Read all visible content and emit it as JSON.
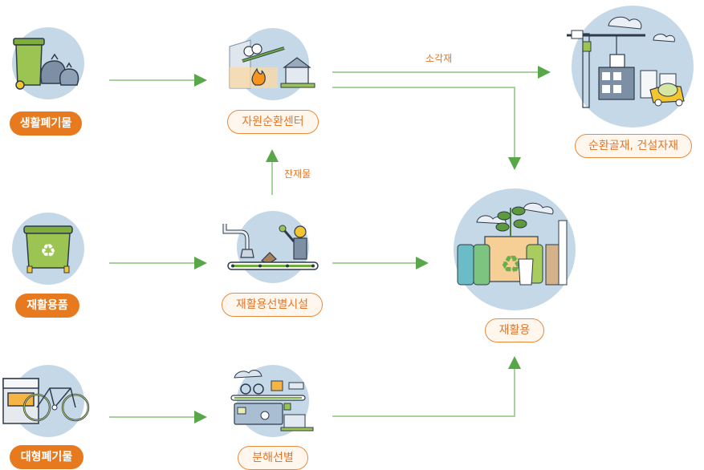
{
  "sources": [
    {
      "id": "household",
      "label": "생활폐기물",
      "icon": "trash-bin-and-bags"
    },
    {
      "id": "recyclables",
      "label": "재활용품",
      "icon": "recycling-bin"
    },
    {
      "id": "bulky",
      "label": "대형폐기물",
      "icon": "stove-and-bicycle"
    }
  ],
  "processes": [
    {
      "id": "resource_center",
      "label": "자원순환센터",
      "icon": "incinerator-conveyor"
    },
    {
      "id": "sorting_facility",
      "label": "재활용선별시설",
      "icon": "worker-conveyor"
    },
    {
      "id": "disassembly",
      "label": "분해선별",
      "icon": "disassembly-machine"
    }
  ],
  "outputs": [
    {
      "id": "construction",
      "label": "순환골재, 건설자재",
      "icon": "construction-crane"
    },
    {
      "id": "recycling",
      "label": "재활용",
      "icon": "recycled-products"
    }
  ],
  "edges": [
    {
      "from": "household",
      "to": "resource_center",
      "label": ""
    },
    {
      "from": "recyclables",
      "to": "sorting_facility",
      "label": ""
    },
    {
      "from": "bulky",
      "to": "disassembly",
      "label": ""
    },
    {
      "from": "sorting_facility",
      "to": "resource_center",
      "label": "잔재물"
    },
    {
      "from": "resource_center",
      "to": "construction",
      "label": "소각재"
    },
    {
      "from": "resource_center",
      "to": "recycling",
      "label": ""
    },
    {
      "from": "sorting_facility",
      "to": "recycling",
      "label": ""
    },
    {
      "from": "disassembly",
      "to": "recycling",
      "label": ""
    }
  ],
  "colors": {
    "arrow": "#9dcc8f",
    "arrowhead": "#58a84a",
    "accent": "#e77a1e",
    "circle": "#c4d8e7"
  }
}
